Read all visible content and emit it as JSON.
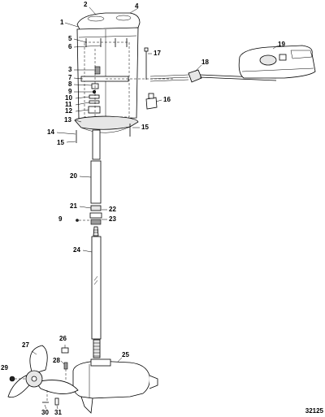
{
  "diagram": {
    "figure_number": "32125",
    "callouts": [
      {
        "id": "c1",
        "text": "1"
      },
      {
        "id": "c2",
        "text": "2"
      },
      {
        "id": "c3",
        "text": "3"
      },
      {
        "id": "c4",
        "text": "4"
      },
      {
        "id": "c5",
        "text": "5"
      },
      {
        "id": "c6",
        "text": "6"
      },
      {
        "id": "c7",
        "text": "7"
      },
      {
        "id": "c8",
        "text": "8"
      },
      {
        "id": "c9a",
        "text": "9"
      },
      {
        "id": "c9b",
        "text": "9"
      },
      {
        "id": "c10",
        "text": "10"
      },
      {
        "id": "c11",
        "text": "11"
      },
      {
        "id": "c12",
        "text": "12"
      },
      {
        "id": "c13",
        "text": "13"
      },
      {
        "id": "c14",
        "text": "14"
      },
      {
        "id": "c15a",
        "text": "15"
      },
      {
        "id": "c15b",
        "text": "15"
      },
      {
        "id": "c16",
        "text": "16"
      },
      {
        "id": "c17",
        "text": "17"
      },
      {
        "id": "c18",
        "text": "18"
      },
      {
        "id": "c19",
        "text": "19"
      },
      {
        "id": "c20",
        "text": "20"
      },
      {
        "id": "c21",
        "text": "21"
      },
      {
        "id": "c22",
        "text": "22"
      },
      {
        "id": "c23",
        "text": "23"
      },
      {
        "id": "c24",
        "text": "24"
      },
      {
        "id": "c25",
        "text": "25"
      },
      {
        "id": "c26",
        "text": "26"
      },
      {
        "id": "c27",
        "text": "27"
      },
      {
        "id": "c28",
        "text": "28"
      },
      {
        "id": "c29",
        "text": "29"
      },
      {
        "id": "c30",
        "text": "30"
      },
      {
        "id": "c31",
        "text": "31"
      }
    ]
  }
}
